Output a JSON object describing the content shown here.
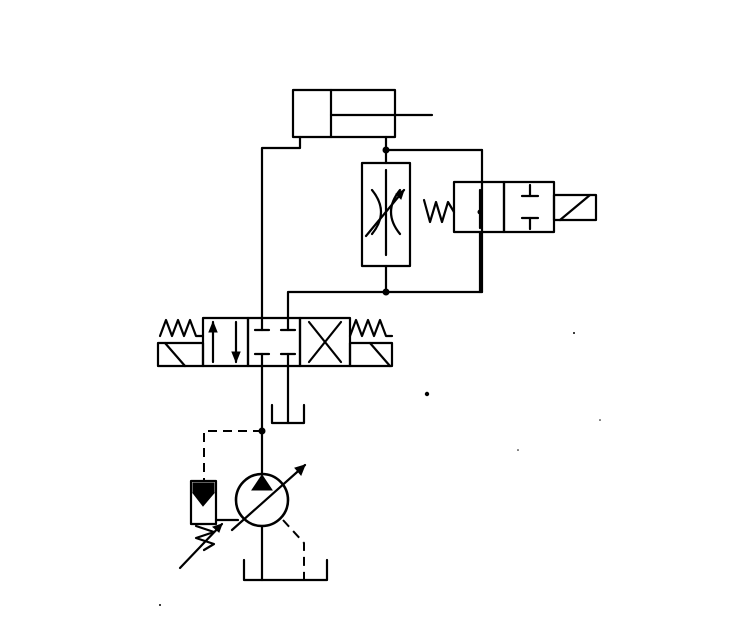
{
  "diagram": {
    "type": "hydraulic-circuit-schematic",
    "components": [
      "double-acting-cylinder",
      "throttle-valve",
      "solenoid-operated-2-2-valve",
      "spring-centered-4-3-directional-valve",
      "variable-displacement-pump",
      "relief-valve",
      "tank"
    ]
  }
}
